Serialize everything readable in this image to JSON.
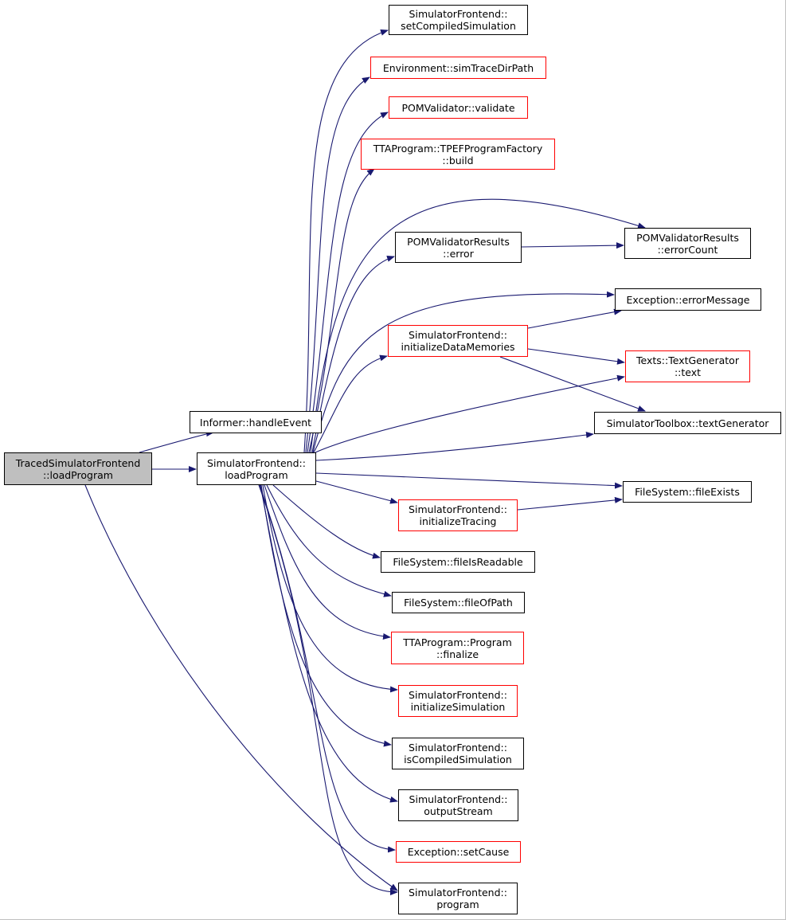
{
  "diagram": {
    "edge_color": "#191970",
    "highlight_fill": "#bfbfbf",
    "missing_border_color": "#ff0000",
    "nodes": [
      {
        "id": "traced",
        "lines": [
          "TracedSimulatorFrontend",
          "::loadProgram"
        ],
        "style": "root"
      },
      {
        "id": "handleEvent",
        "lines": [
          "Informer::handleEvent"
        ],
        "style": "normal"
      },
      {
        "id": "loadProgram",
        "lines": [
          "SimulatorFrontend::",
          "loadProgram"
        ],
        "style": "normal"
      },
      {
        "id": "setCompiled",
        "lines": [
          "SimulatorFrontend::",
          "setCompiledSimulation"
        ],
        "style": "normal"
      },
      {
        "id": "simTrace",
        "lines": [
          "Environment::simTraceDirPath"
        ],
        "style": "red"
      },
      {
        "id": "validate",
        "lines": [
          "POMValidator::validate"
        ],
        "style": "red"
      },
      {
        "id": "build",
        "lines": [
          "TTAProgram::TPEFProgramFactory",
          "::build"
        ],
        "style": "red"
      },
      {
        "id": "pvrError",
        "lines": [
          "POMValidatorResults",
          "::error"
        ],
        "style": "normal"
      },
      {
        "id": "errorCount",
        "lines": [
          "POMValidatorResults",
          "::errorCount"
        ],
        "style": "normal"
      },
      {
        "id": "errorMessage",
        "lines": [
          "Exception::errorMessage"
        ],
        "style": "normal"
      },
      {
        "id": "initData",
        "lines": [
          "SimulatorFrontend::",
          "initializeDataMemories"
        ],
        "style": "red"
      },
      {
        "id": "text",
        "lines": [
          "Texts::TextGenerator",
          "::text"
        ],
        "style": "red"
      },
      {
        "id": "textGen",
        "lines": [
          "SimulatorToolbox::textGenerator"
        ],
        "style": "normal"
      },
      {
        "id": "fileExists",
        "lines": [
          "FileSystem::fileExists"
        ],
        "style": "normal"
      },
      {
        "id": "initTracing",
        "lines": [
          "SimulatorFrontend::",
          "initializeTracing"
        ],
        "style": "red"
      },
      {
        "id": "readable",
        "lines": [
          "FileSystem::fileIsReadable"
        ],
        "style": "normal"
      },
      {
        "id": "fileOfPath",
        "lines": [
          "FileSystem::fileOfPath"
        ],
        "style": "normal"
      },
      {
        "id": "finalize",
        "lines": [
          "TTAProgram::Program",
          "::finalize"
        ],
        "style": "red"
      },
      {
        "id": "initSim",
        "lines": [
          "SimulatorFrontend::",
          "initializeSimulation"
        ],
        "style": "red"
      },
      {
        "id": "isCompiled",
        "lines": [
          "SimulatorFrontend::",
          "isCompiledSimulation"
        ],
        "style": "normal"
      },
      {
        "id": "outputStream",
        "lines": [
          "SimulatorFrontend::",
          "outputStream"
        ],
        "style": "normal"
      },
      {
        "id": "setCause",
        "lines": [
          "Exception::setCause"
        ],
        "style": "red"
      },
      {
        "id": "program",
        "lines": [
          "SimulatorFrontend::",
          "program"
        ],
        "style": "normal"
      }
    ],
    "edges": [
      {
        "from": "traced",
        "to": "handleEvent"
      },
      {
        "from": "traced",
        "to": "loadProgram"
      },
      {
        "from": "traced",
        "to": "program"
      },
      {
        "from": "loadProgram",
        "to": "setCompiled"
      },
      {
        "from": "loadProgram",
        "to": "simTrace"
      },
      {
        "from": "loadProgram",
        "to": "validate"
      },
      {
        "from": "loadProgram",
        "to": "build"
      },
      {
        "from": "loadProgram",
        "to": "errorCount"
      },
      {
        "from": "loadProgram",
        "to": "pvrError"
      },
      {
        "from": "loadProgram",
        "to": "errorMessage"
      },
      {
        "from": "loadProgram",
        "to": "initData"
      },
      {
        "from": "loadProgram",
        "to": "text"
      },
      {
        "from": "loadProgram",
        "to": "textGen"
      },
      {
        "from": "loadProgram",
        "to": "fileExists"
      },
      {
        "from": "loadProgram",
        "to": "initTracing"
      },
      {
        "from": "loadProgram",
        "to": "readable"
      },
      {
        "from": "loadProgram",
        "to": "fileOfPath"
      },
      {
        "from": "loadProgram",
        "to": "finalize"
      },
      {
        "from": "loadProgram",
        "to": "initSim"
      },
      {
        "from": "loadProgram",
        "to": "isCompiled"
      },
      {
        "from": "loadProgram",
        "to": "outputStream"
      },
      {
        "from": "loadProgram",
        "to": "setCause"
      },
      {
        "from": "loadProgram",
        "to": "program"
      },
      {
        "from": "pvrError",
        "to": "errorCount"
      },
      {
        "from": "initData",
        "to": "errorMessage"
      },
      {
        "from": "initData",
        "to": "text"
      },
      {
        "from": "initData",
        "to": "textGen"
      },
      {
        "from": "initTracing",
        "to": "fileExists"
      }
    ]
  }
}
